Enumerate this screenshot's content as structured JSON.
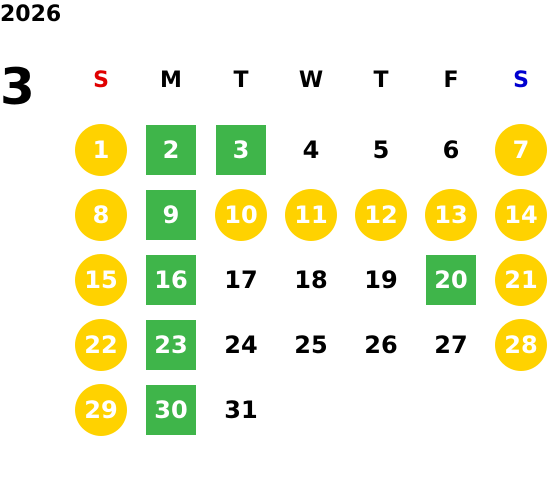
{
  "year": "2026",
  "month": "3",
  "weekdays": [
    {
      "label": "S",
      "color": "#e00000"
    },
    {
      "label": "M",
      "color": "#000000"
    },
    {
      "label": "T",
      "color": "#000000"
    },
    {
      "label": "W",
      "color": "#000000"
    },
    {
      "label": "T",
      "color": "#000000"
    },
    {
      "label": "F",
      "color": "#000000"
    },
    {
      "label": "S",
      "color": "#0000d0"
    }
  ],
  "colors": {
    "weekend_circle": "#ffd200",
    "highlight_square": "#3fb54a",
    "text": "#000000"
  },
  "first_weekday_index": 0,
  "days": [
    {
      "n": "1",
      "style": "circle"
    },
    {
      "n": "2",
      "style": "square"
    },
    {
      "n": "3",
      "style": "square"
    },
    {
      "n": "4",
      "style": "plain"
    },
    {
      "n": "5",
      "style": "plain"
    },
    {
      "n": "6",
      "style": "plain"
    },
    {
      "n": "7",
      "style": "circle"
    },
    {
      "n": "8",
      "style": "circle"
    },
    {
      "n": "9",
      "style": "square"
    },
    {
      "n": "10",
      "style": "circle"
    },
    {
      "n": "11",
      "style": "circle"
    },
    {
      "n": "12",
      "style": "circle"
    },
    {
      "n": "13",
      "style": "circle"
    },
    {
      "n": "14",
      "style": "circle"
    },
    {
      "n": "15",
      "style": "circle"
    },
    {
      "n": "16",
      "style": "square"
    },
    {
      "n": "17",
      "style": "plain"
    },
    {
      "n": "18",
      "style": "plain"
    },
    {
      "n": "19",
      "style": "plain"
    },
    {
      "n": "20",
      "style": "square"
    },
    {
      "n": "21",
      "style": "circle"
    },
    {
      "n": "22",
      "style": "circle"
    },
    {
      "n": "23",
      "style": "square"
    },
    {
      "n": "24",
      "style": "plain"
    },
    {
      "n": "25",
      "style": "plain"
    },
    {
      "n": "26",
      "style": "plain"
    },
    {
      "n": "27",
      "style": "plain"
    },
    {
      "n": "28",
      "style": "circle"
    },
    {
      "n": "29",
      "style": "circle"
    },
    {
      "n": "30",
      "style": "square"
    },
    {
      "n": "31",
      "style": "plain"
    }
  ]
}
